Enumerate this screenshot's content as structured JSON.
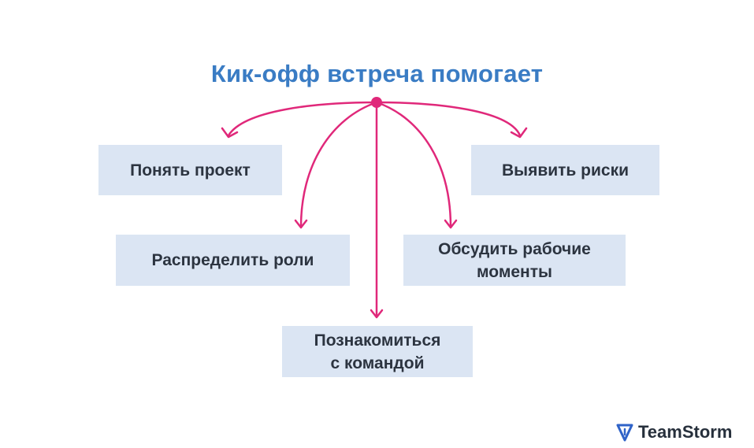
{
  "title": "Кик-офф встреча помогает",
  "items": [
    {
      "label": "Понять проект"
    },
    {
      "label": "Выявить риски"
    },
    {
      "label": "Распределить роли"
    },
    {
      "label": "Обсудить рабочие\nмоменты"
    },
    {
      "label": "Познакомиться\nс командой"
    }
  ],
  "brand": {
    "name": "TeamStorm"
  },
  "colors": {
    "title": "#3a7cc4",
    "connector": "#e0287a",
    "box": "#dbe5f3",
    "text": "#2c3440"
  }
}
